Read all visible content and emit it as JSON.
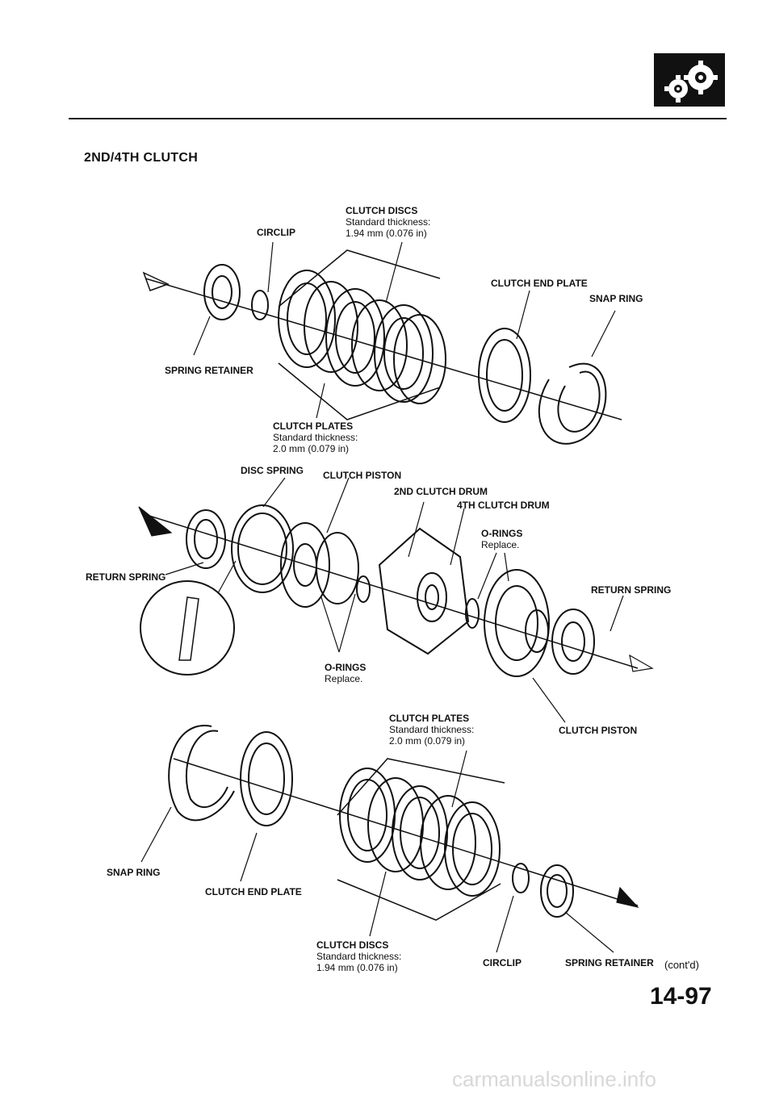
{
  "page": {
    "section_title": "2ND/4TH CLUTCH",
    "cont_note": "(cont'd)",
    "page_number": "14-97",
    "footer_watermark": "carmanualsonline.info",
    "logo_icon": "transmission-gears-icon"
  },
  "top_group": {
    "clutch_discs": {
      "label": "CLUTCH DISCS",
      "spec1": "Standard thickness:",
      "spec2": "1.94 mm (0.076 in)"
    },
    "circlip": "CIRCLIP",
    "clutch_end_plate": "CLUTCH END PLATE",
    "snap_ring": "SNAP RING",
    "spring_retainer": "SPRING RETAINER",
    "clutch_plates": {
      "label": "CLUTCH PLATES",
      "spec1": "Standard thickness:",
      "spec2": "2.0 mm (0.079 in)"
    }
  },
  "middle_group": {
    "disc_spring": "DISC SPRING",
    "clutch_piston": "CLUTCH PISTON",
    "second_clutch_drum": "2ND CLUTCH DRUM",
    "fourth_clutch_drum": "4TH CLUTCH DRUM",
    "orings_right": {
      "label": "O-RINGS",
      "note": "Replace."
    },
    "return_spring_left": "RETURN SPRING",
    "return_spring_right": "RETURN SPRING",
    "orings_bottom": {
      "label": "O-RINGS",
      "note": "Replace."
    },
    "clutch_piston_right": "CLUTCH PISTON"
  },
  "bottom_group": {
    "clutch_plates": {
      "label": "CLUTCH PLATES",
      "spec1": "Standard thickness:",
      "spec2": "2.0 mm (0.079 in)"
    },
    "snap_ring": "SNAP RING",
    "clutch_end_plate": "CLUTCH END PLATE",
    "clutch_discs": {
      "label": "CLUTCH DISCS",
      "spec1": "Standard thickness:",
      "spec2": "1.94 mm (0.076 in)"
    },
    "circlip": "CIRCLIP",
    "spring_retainer": "SPRING RETAINER"
  }
}
